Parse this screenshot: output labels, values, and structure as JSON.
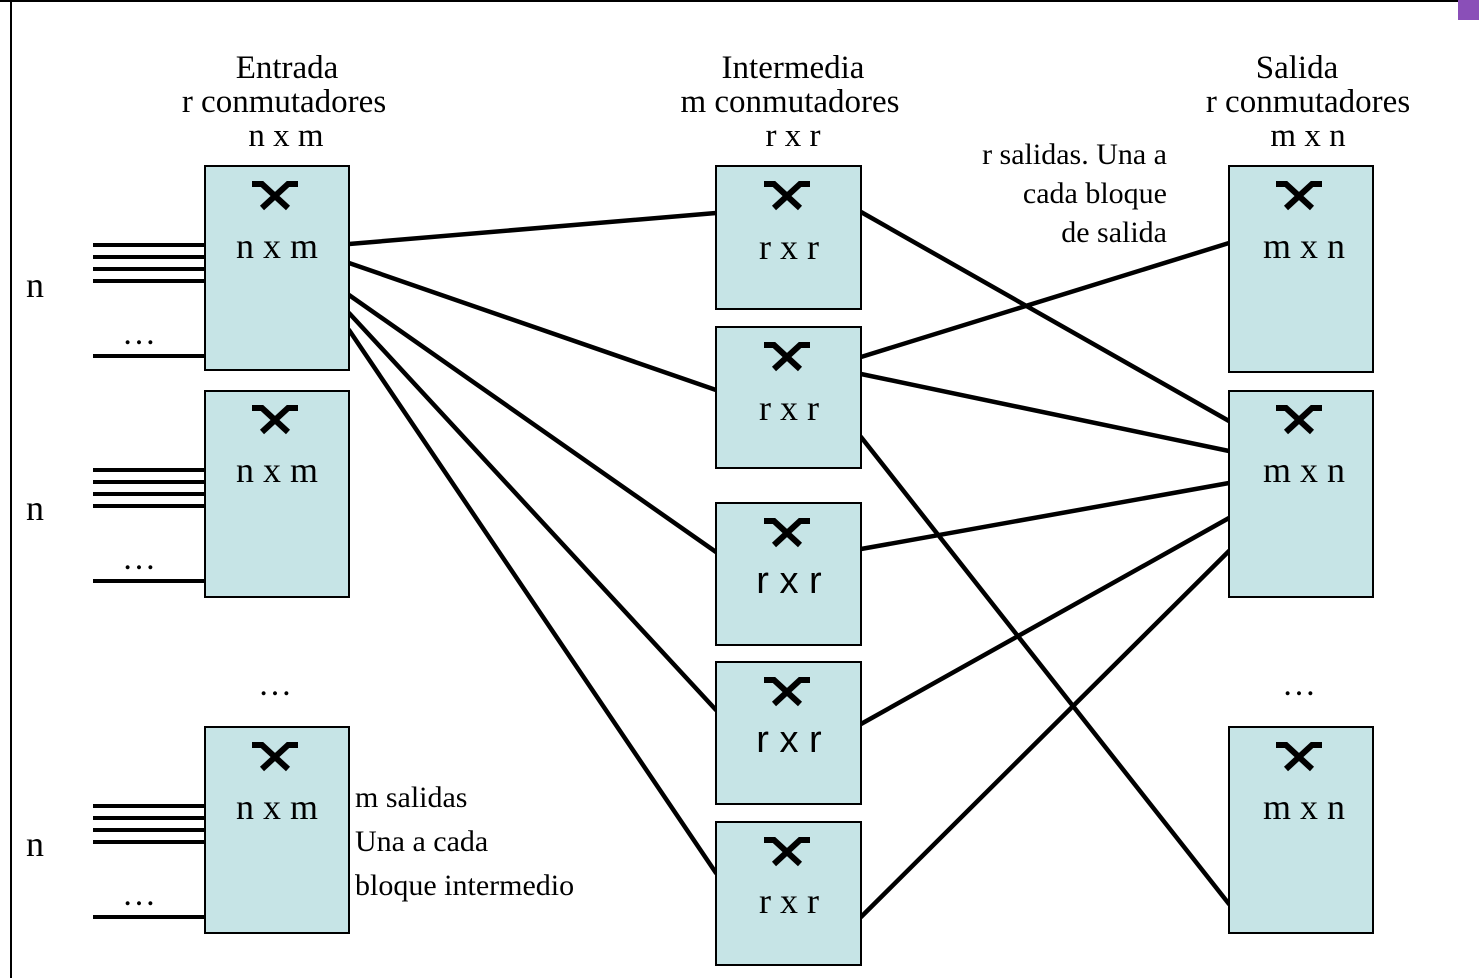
{
  "stages": {
    "input": {
      "title": "Entrada",
      "count": "r conmutadores",
      "dims": "n x m"
    },
    "middle": {
      "title": "Intermedia",
      "count": "m conmutadores",
      "dims": "r x r"
    },
    "output": {
      "title": "Salida",
      "count": "r conmutadores",
      "dims": "m x n"
    }
  },
  "input_blocks": [
    {
      "label": "n x m",
      "lines_label": "n",
      "dots": "…"
    },
    {
      "label": "n x m",
      "lines_label": "n",
      "dots": "…"
    },
    {
      "label": "n x m",
      "lines_label": "n",
      "dots": "…"
    }
  ],
  "middle_blocks": [
    {
      "label": "r x r"
    },
    {
      "label": "r x r"
    },
    {
      "label": "r x r"
    },
    {
      "label": "r x r"
    },
    {
      "label": "r x r"
    }
  ],
  "output_blocks": [
    {
      "label": "m x n"
    },
    {
      "label": "m x n"
    },
    {
      "label": "m x n"
    }
  ],
  "ellipsis": {
    "input_column": "…",
    "output_column": "…"
  },
  "annotations": {
    "input_note": [
      "m salidas",
      "Una a cada",
      "bloque intermedio"
    ],
    "middle_note": [
      "r salidas. Una a",
      "cada bloque",
      "de salida"
    ]
  },
  "colors": {
    "block_fill": "#c6e4e6",
    "line": "#000000",
    "corner_accent": "#8a4fb8"
  },
  "icons": {
    "switch": "crossbar-switch-icon"
  }
}
